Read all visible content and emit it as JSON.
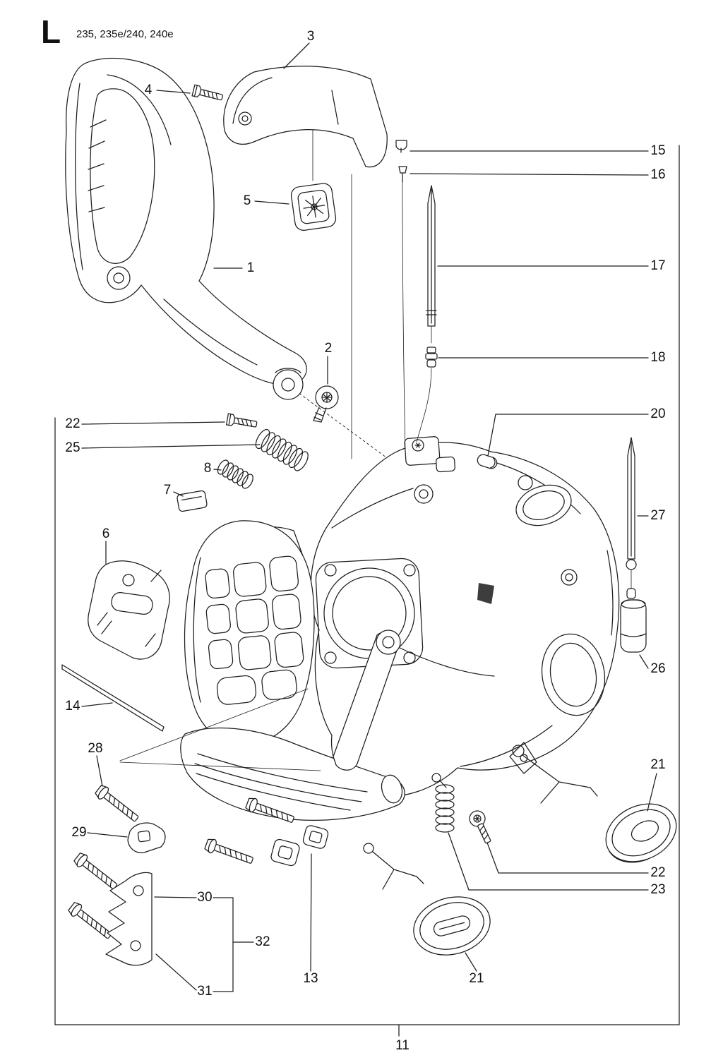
{
  "header": {
    "section_letter": "L",
    "models": "235, 235e/240, 240e"
  },
  "callouts": [
    {
      "label": "3"
    },
    {
      "label": "4"
    },
    {
      "label": "15"
    },
    {
      "label": "16"
    },
    {
      "label": "5"
    },
    {
      "label": "1"
    },
    {
      "label": "17"
    },
    {
      "label": "2"
    },
    {
      "label": "18"
    },
    {
      "label": "20"
    },
    {
      "label": "22"
    },
    {
      "label": "25"
    },
    {
      "label": "8"
    },
    {
      "label": "7"
    },
    {
      "label": "27"
    },
    {
      "label": "6"
    },
    {
      "label": "26"
    },
    {
      "label": "14"
    },
    {
      "label": "28"
    },
    {
      "label": "21"
    },
    {
      "label": "29"
    },
    {
      "label": "22"
    },
    {
      "label": "23"
    },
    {
      "label": "30"
    },
    {
      "label": "32"
    },
    {
      "label": "13"
    },
    {
      "label": "21"
    },
    {
      "label": "31"
    },
    {
      "label": "11"
    }
  ],
  "colors": {
    "line": "#1d1d1d",
    "background": "#ffffff"
  }
}
